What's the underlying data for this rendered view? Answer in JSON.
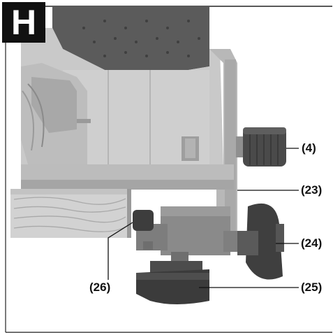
{
  "figure": {
    "label": "H",
    "callouts": {
      "c4": "(4)",
      "c23": "(23)",
      "c24": "(24)",
      "c25": "(25)",
      "c26": "(26)"
    }
  }
}
